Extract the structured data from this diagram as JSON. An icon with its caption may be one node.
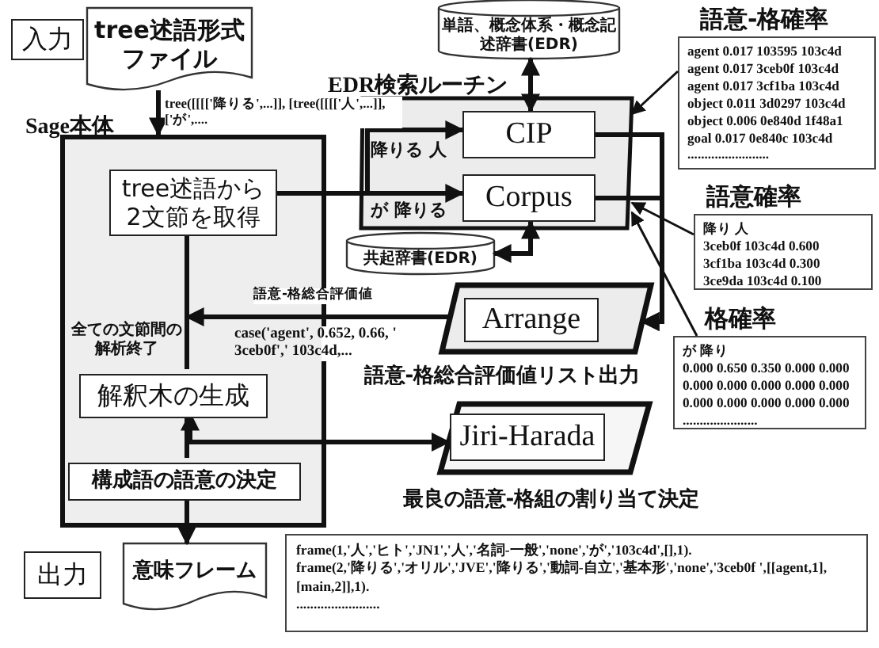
{
  "diagram": {
    "nodes": [
      {
        "text": [
          "入力"
        ]
      },
      {
        "text": [
          "tree述語形式ファイル"
        ]
      },
      {
        "text": [
          "Sage本体"
        ]
      },
      {
        "text": [
          "tree述語から2文節を取得"
        ],
        "in": 2
      },
      {
        "text": [
          "解釈木の生成"
        ],
        "in": 2
      },
      {
        "text": [
          "構成語の語意の決定"
        ],
        "in": 2
      },
      {
        "text": [
          "出力"
        ]
      },
      {
        "text": [
          "意味フレーム"
        ]
      },
      {
        "text": [
          "単語、概念体系・概念記述辞書(EDR)"
        ]
      },
      {
        "text": [
          "EDR検索ルーチン"
        ]
      },
      {
        "text": [
          "CIP"
        ],
        "in": 9
      },
      {
        "text": [
          "Corpus"
        ],
        "in": 9
      },
      {
        "text": [
          "共起辞書(EDR)"
        ]
      },
      {
        "text": [],
        "shape": "parallelogram",
        "beside": [
          "語意-格総合評価値リスト出力"
        ]
      },
      {
        "text": [
          "Arrange"
        ],
        "in": 13
      },
      {
        "text": [],
        "shape": "parallelogram",
        "beside": [
          "最良の語意-格組の割り当て決定"
        ]
      },
      {
        "text": [
          "Jiri-Harada"
        ],
        "in": 15
      },
      {
        "text": [
          "語意-格確率",
          "agent 0.017 103595 103c4d",
          "agent 0.017 3ceb0f 103c4d",
          "agent 0.017 3cf1ba 103c4d",
          "object 0.011 3d0297 103c4d",
          "object 0.006 0e840d 1f48a1",
          "goal 0.017 0e840c 103c4d",
          "........................"
        ]
      },
      {
        "text": [
          "語意確率",
          "降り 人",
          "3ceb0f 103c4d 0.600",
          "3cf1ba 103c4d 0.300",
          "3ce9da 103c4d 0.100"
        ]
      },
      {
        "text": [
          "格確率",
          "が 降り",
          "0.000 0.650 0.350 0.000 0.000",
          "0.000 0.000 0.000 0.000 0.000",
          "0.000 0.000 0.000 0.000 0.000",
          "......................"
        ]
      },
      {
        "text": [
          "frame(1,'人','ヒト','JN1','人','名詞-一般','none','が','103c4d',[],1).",
          "frame(2,'降りる','オリル','JVE','降りる','動詞-自立','基本形','none','3ceb0f ',[[agent,1],[main,2]],1).",
          "........................"
        ]
      }
    ],
    "edges": [
      {
        "from": 1,
        "to": 2,
        "arrow": "to",
        "label": "tree([[[['降りる',...]], [tree([[[['人',...]],['が',...."
      },
      {
        "from": 3,
        "to": 10,
        "arrow": "to",
        "label": "降りる 人"
      },
      {
        "from": 3,
        "to": 11,
        "arrow": "to",
        "label": "が 降りる"
      },
      {
        "from": 10,
        "to": 8,
        "arrow": "both"
      },
      {
        "from": 11,
        "to": 12,
        "arrow": "both"
      },
      {
        "from": 10,
        "to": 13,
        "arrow": "to"
      },
      {
        "from": 11,
        "to": 13,
        "arrow": "to"
      },
      {
        "from": 13,
        "to": null,
        "arrow": "to",
        "label": "語意-格総合評価値"
      },
      {
        "from": 3,
        "to": 4,
        "arrow": "none",
        "label": "全ての文節間の解析終了"
      },
      {
        "from": 4,
        "to": 5,
        "arrow": "none"
      },
      {
        "from": 4,
        "to": 15,
        "arrow": "both"
      },
      {
        "from": 5,
        "to": 7,
        "arrow": "to"
      },
      {
        "from": 17,
        "to": 9,
        "arrow": "to"
      },
      {
        "from": 18,
        "to": 9,
        "arrow": "to"
      },
      {
        "from": 19,
        "to": 9,
        "arrow": "to"
      }
    ],
    "labels": [
      "case('agent', 0.652, 0.66, ' 3ceb0f',' 103c4d,..."
    ]
  }
}
